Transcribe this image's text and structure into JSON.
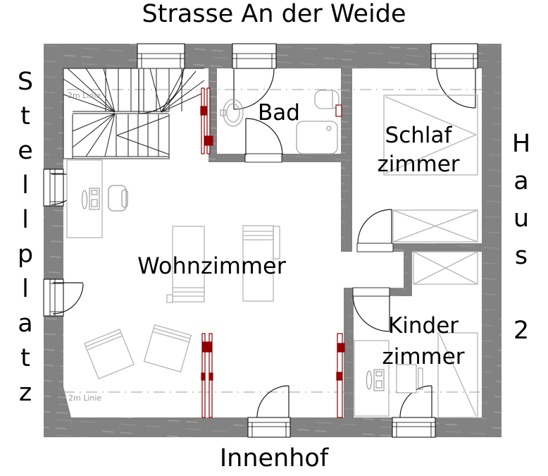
{
  "title_top": "Strasse An der Weide",
  "label_left": "Stellplatz",
  "label_right": "Haus 2",
  "label_bottom": "Innenhof",
  "rooms": {
    "bad": "Bad",
    "schlafzimmer": {
      "line1": "Schlaf",
      "line2": "zimmer"
    },
    "wohnzimmer": "Wohnzimmer",
    "kinderzimmer": {
      "line1": "Kinder",
      "line2": "zimmer"
    }
  },
  "annotations": {
    "two_m_line": "2m Linie"
  },
  "colors": {
    "wall_gray": "#828282",
    "wall_hatch": "#9d9d9d",
    "marker_red_fill": "#990000",
    "marker_red_line": "#8b0000",
    "furniture_gray": "#b4b4b4",
    "dash_line_gray": "#9b9b9b",
    "text_black": "#000000"
  }
}
